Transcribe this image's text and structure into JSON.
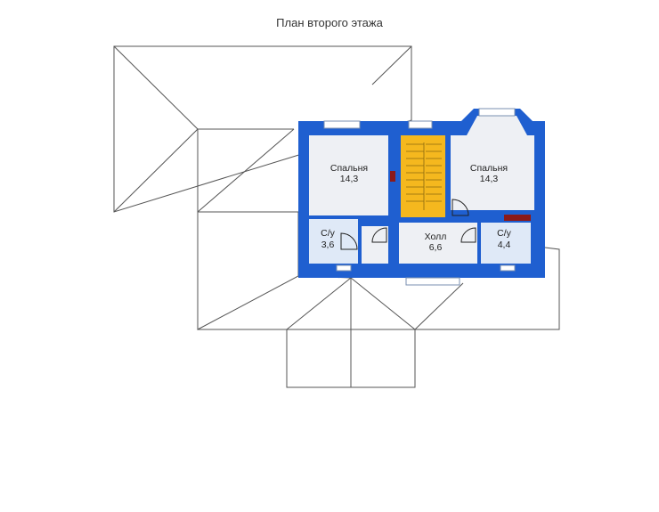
{
  "title": "План второго этажа",
  "rooms": [
    {
      "name": "Спальня",
      "area": "14,3"
    },
    {
      "name": "Спальня",
      "area": "14,3"
    },
    {
      "name": "С/у",
      "area": "3,6"
    },
    {
      "name": "Холл",
      "area": "6,6"
    },
    {
      "name": "С/у",
      "area": "4,4"
    }
  ],
  "colors": {
    "wall": "#1f5fd0",
    "room_fill": "#eef0f4",
    "bath_fill": "#dfe9f7",
    "stair": "#f5b81e",
    "roof_line": "#555555",
    "fireplace": "#8b1a1a"
  }
}
